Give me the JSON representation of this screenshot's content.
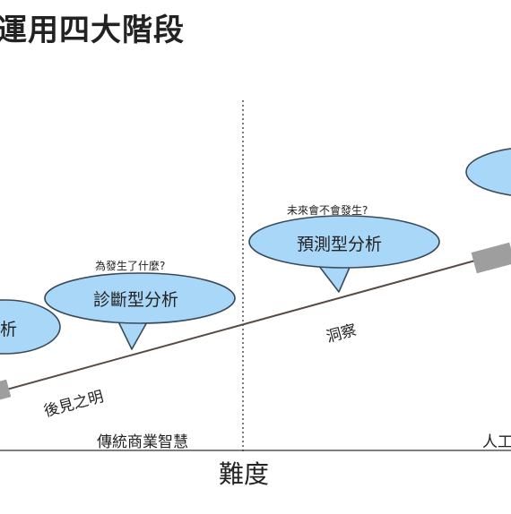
{
  "title": "運用四大階段",
  "x_axis_label": "難度",
  "stages": [
    {
      "label": "析",
      "question": ""
    },
    {
      "label": "診斷型分析",
      "question": "為發生了什麼?"
    },
    {
      "label": "預測型分析",
      "question": "未來會不會發生?"
    },
    {
      "label": "",
      "question": ""
    }
  ],
  "path_labels": {
    "hindsight": "後見之明",
    "insight": "洞察"
  },
  "phases": {
    "left": "傳統商業智慧",
    "right": "人工"
  },
  "colors": {
    "bubble_fill": "#a9d7f7",
    "bubble_stroke": "#3b4a58",
    "arrow_fill": "#9e9e9e",
    "line": "#5a4a44"
  }
}
